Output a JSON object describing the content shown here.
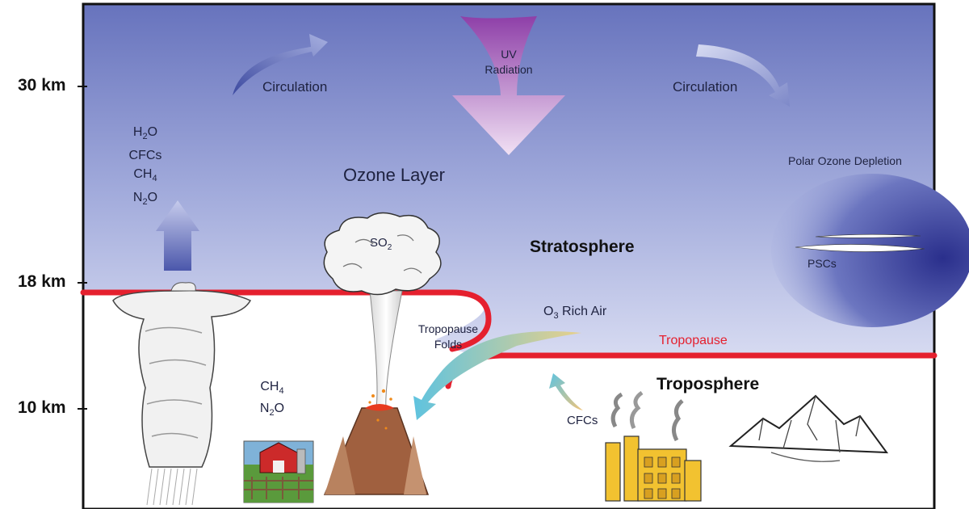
{
  "altitudes": {
    "a30": "30 km",
    "a18": "18 km",
    "a10": "10 km"
  },
  "labels": {
    "circulation_left": "Circulation",
    "circulation_right": "Circulation",
    "uv_line1": "UV",
    "uv_line2": "Radiation",
    "ozone_layer": "Ozone Layer",
    "polar_ozone": "Polar Ozone Depletion",
    "pscs": "PSCs",
    "stratosphere": "Stratosphere",
    "troposphere": "Troposphere",
    "tropopause": "Tropopause",
    "folds_line1": "Tropopause",
    "folds_line2": "Folds",
    "rich_air_prefix": "O",
    "rich_air_sub": "3",
    "rich_air_suffix": " Rich Air",
    "cfcs_low": "CFCs",
    "so2_main": "SO",
    "so2_sub": "2"
  },
  "gases_high": [
    {
      "main": "H",
      "sub": "2",
      "tail": "O"
    },
    {
      "main": "CFCs",
      "sub": "",
      "tail": ""
    },
    {
      "main": "CH",
      "sub": "4",
      "tail": ""
    },
    {
      "main": "N",
      "sub": "2",
      "tail": "O"
    }
  ],
  "gases_low": [
    {
      "main": "CH",
      "sub": "4",
      "tail": ""
    },
    {
      "main": "N",
      "sub": "2",
      "tail": "O"
    }
  ],
  "colors": {
    "sky_top": "#6a78bf",
    "sky_bottom": "#cfd4ef",
    "tropopause": "#e5202e",
    "uv_arrow": "#a45bb5",
    "volcano": "#9a5a3a",
    "factory": "#f2c230"
  }
}
